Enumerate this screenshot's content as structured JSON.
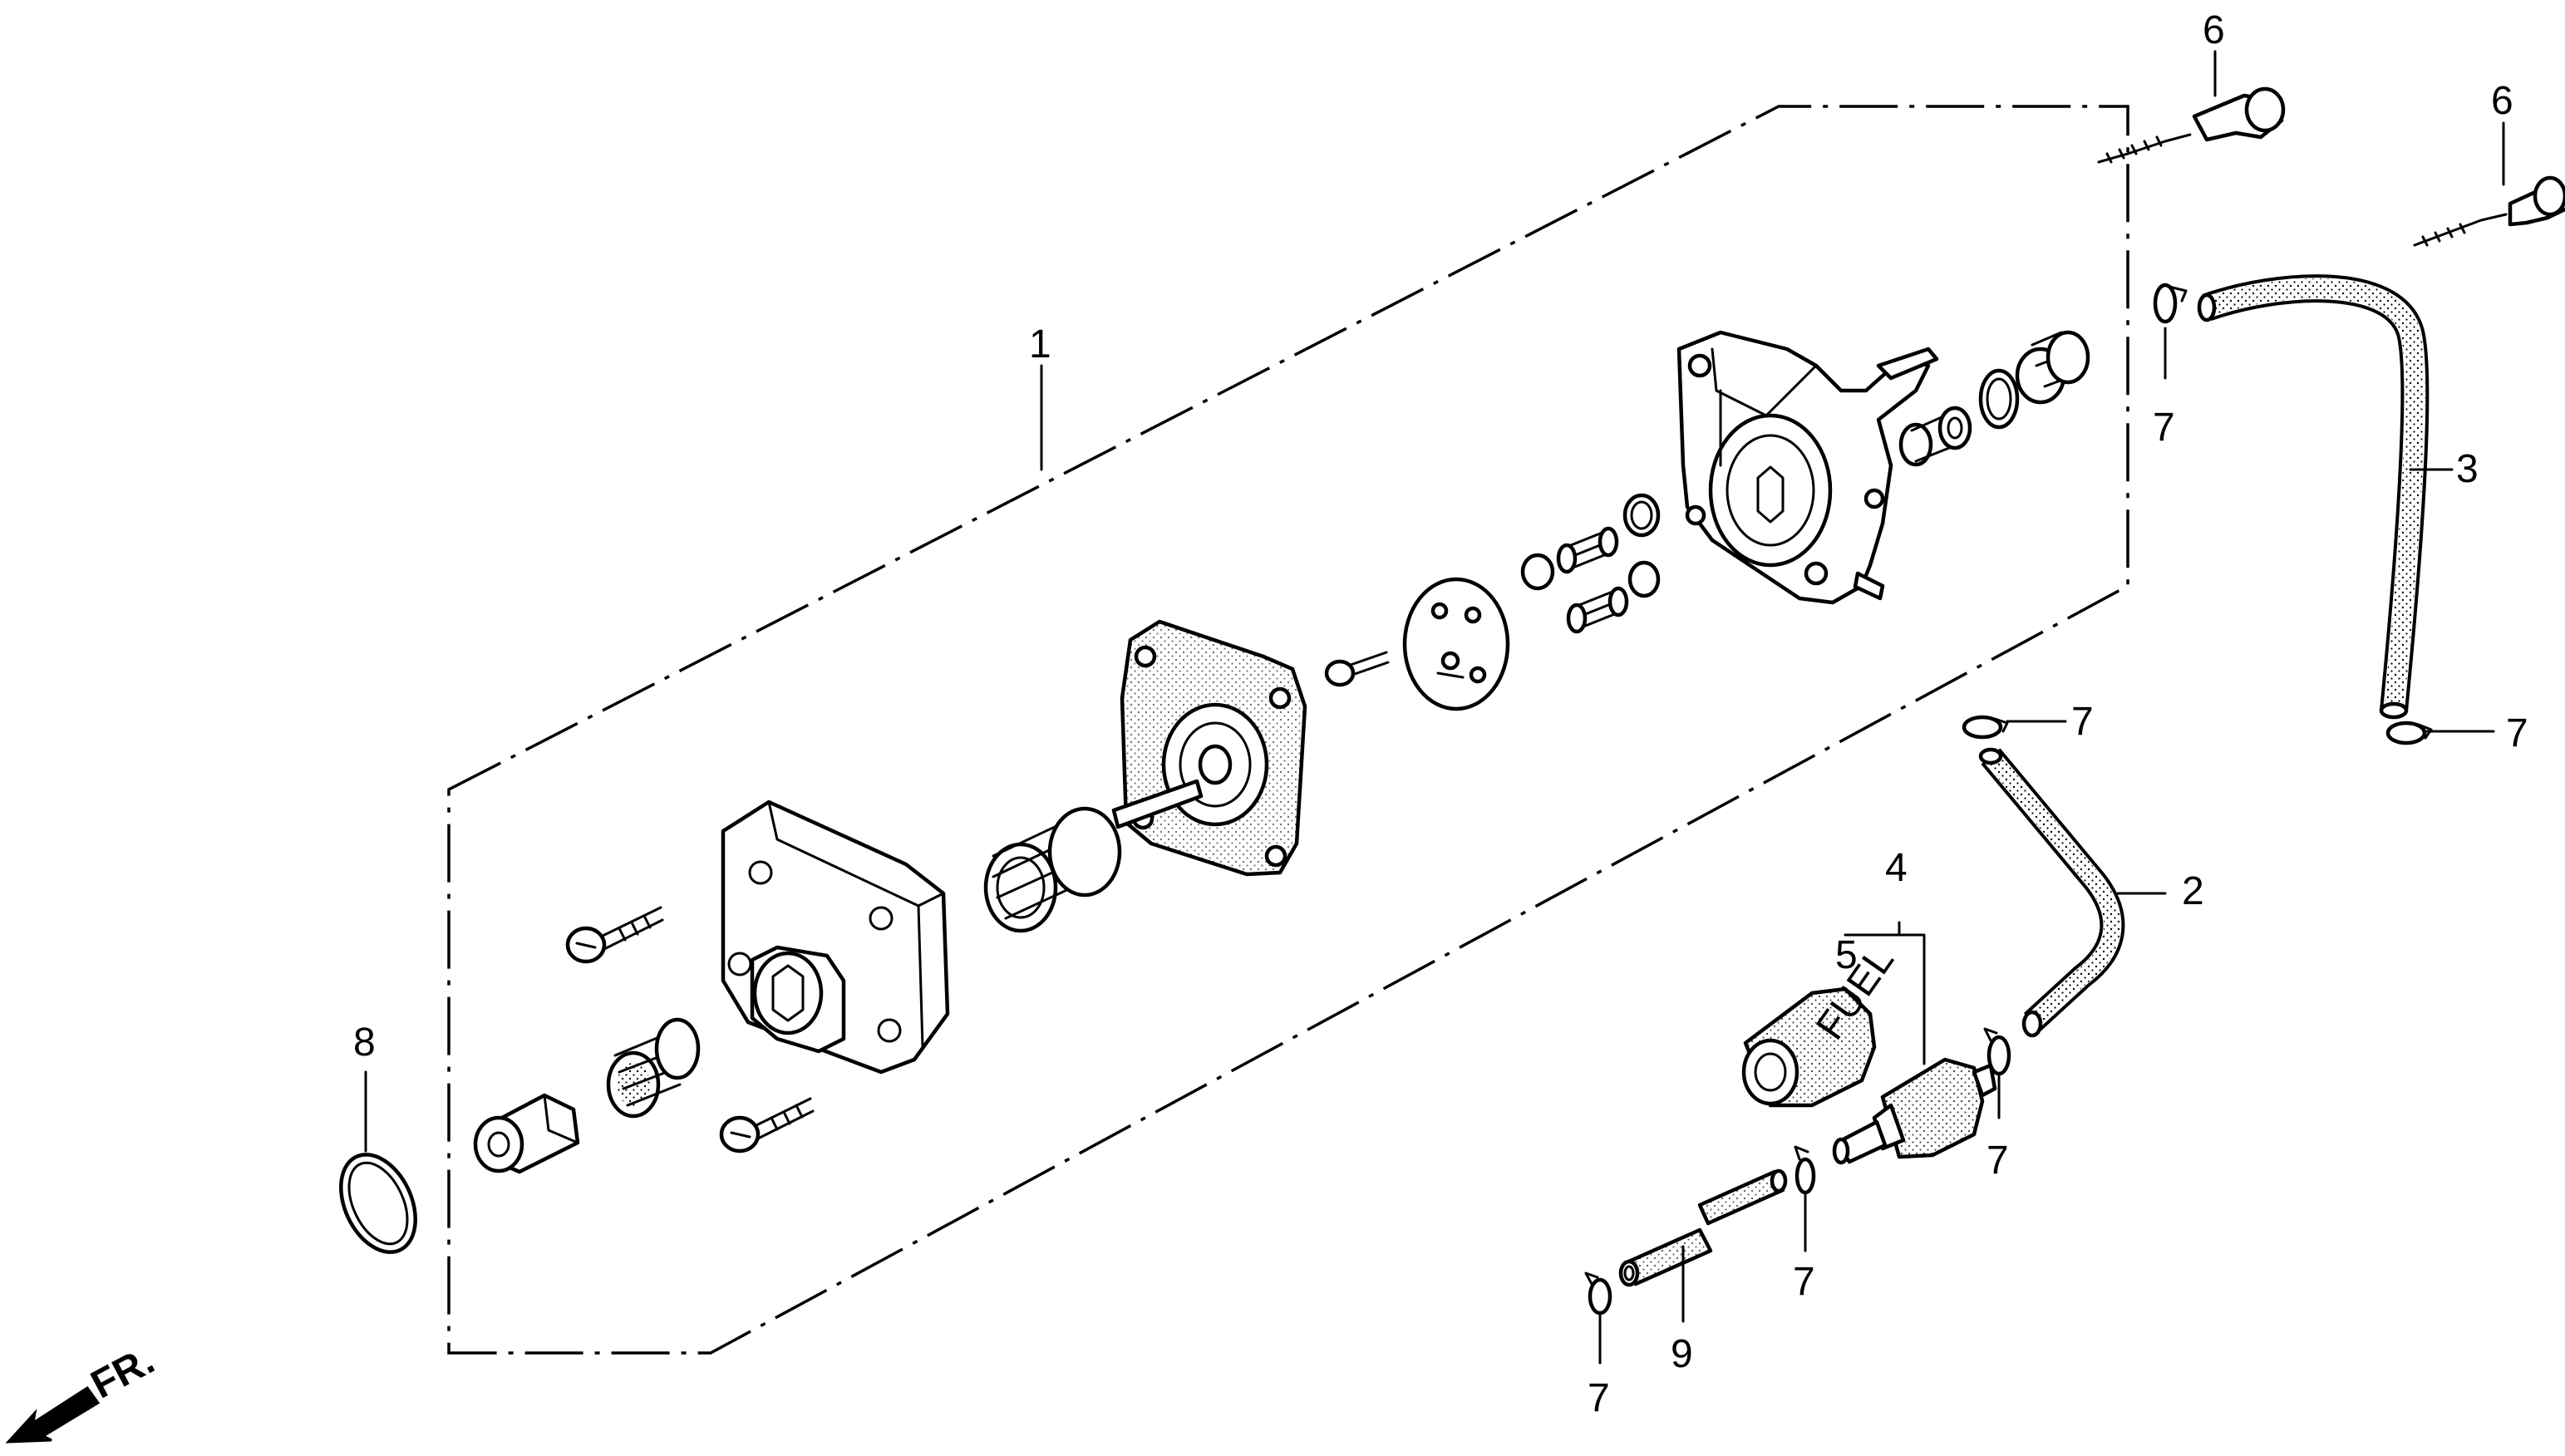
{
  "callouts": [
    {
      "id": "1",
      "text": "1"
    },
    {
      "id": "2",
      "text": "2"
    },
    {
      "id": "3",
      "text": "3"
    },
    {
      "id": "4",
      "text": "4"
    },
    {
      "id": "5",
      "text": "5"
    },
    {
      "id": "6a",
      "text": "6"
    },
    {
      "id": "6b",
      "text": "6"
    },
    {
      "id": "7a",
      "text": "7"
    },
    {
      "id": "7b",
      "text": "7"
    },
    {
      "id": "7c",
      "text": "7"
    },
    {
      "id": "7d",
      "text": "7"
    },
    {
      "id": "7e",
      "text": "7"
    },
    {
      "id": "7f",
      "text": "7"
    },
    {
      "id": "8",
      "text": "8"
    },
    {
      "id": "9",
      "text": "9"
    }
  ],
  "direction_marker": {
    "text": "FR.",
    "icon": "front-arrow-icon"
  },
  "fuel_marking": "FUEL"
}
